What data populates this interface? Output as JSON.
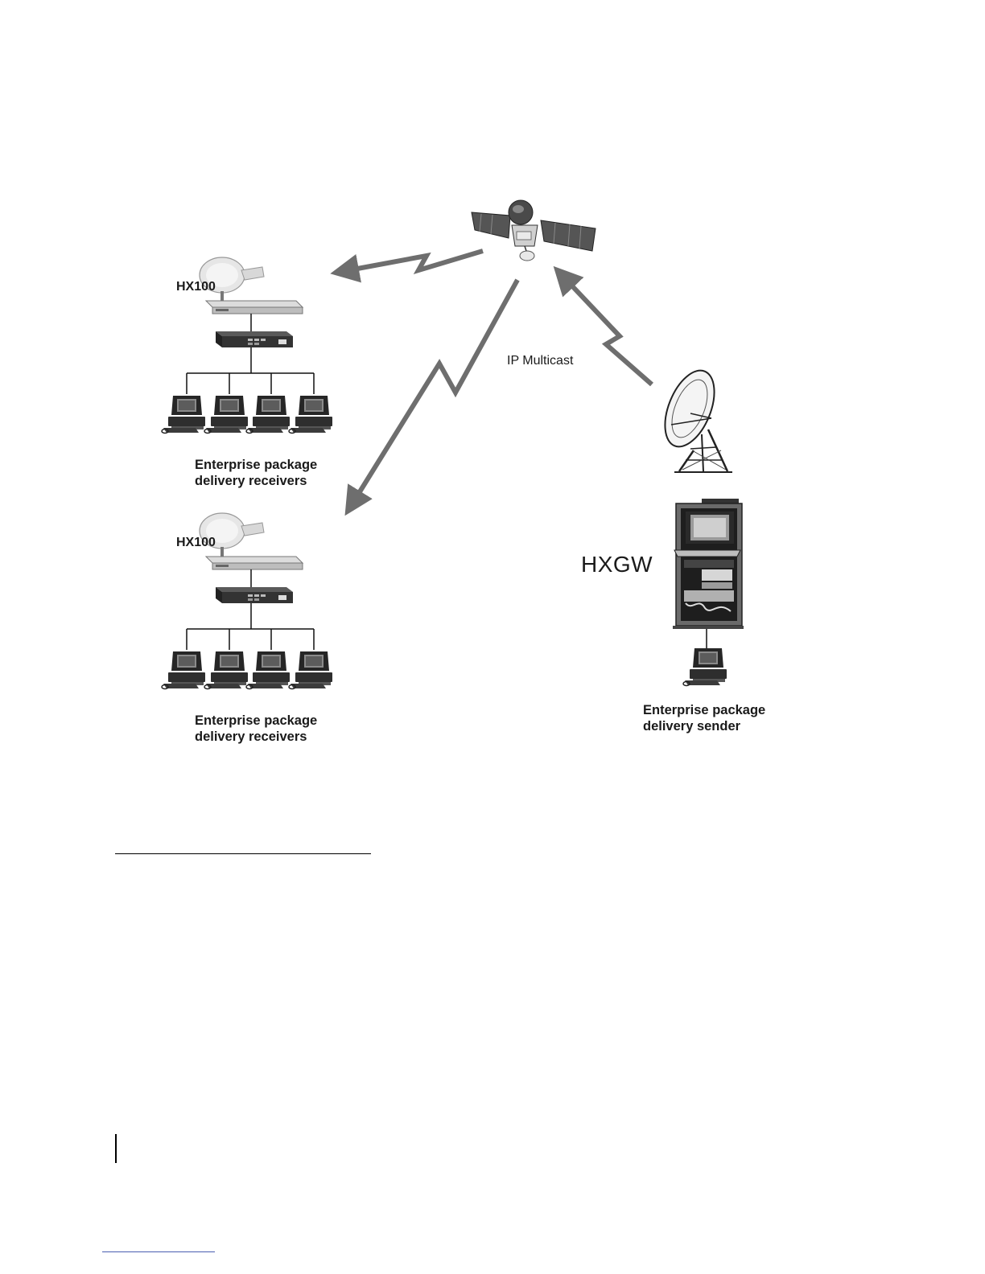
{
  "labels": {
    "hx100_top": "HX100",
    "hx100_bottom": "HX100",
    "receivers_top_line1": "Enterprise package",
    "receivers_top_line2": "delivery receivers",
    "receivers_bottom_line1": "Enterprise package",
    "receivers_bottom_line2": "delivery receivers",
    "ip_multicast": "IP Multicast",
    "hxgw": "HXGW",
    "sender_line1": "Enterprise package",
    "sender_line2": "delivery sender"
  },
  "icons": [
    "satellite-icon",
    "dish-antenna-icon",
    "router-icon",
    "hub-icon",
    "computer-icon",
    "uplink-tower-icon",
    "server-rack-icon"
  ],
  "colors": {
    "signal": "#6e6e6e",
    "device_dark": "#3a3a3a",
    "device_light": "#cfcfcf",
    "line": "#111111"
  }
}
